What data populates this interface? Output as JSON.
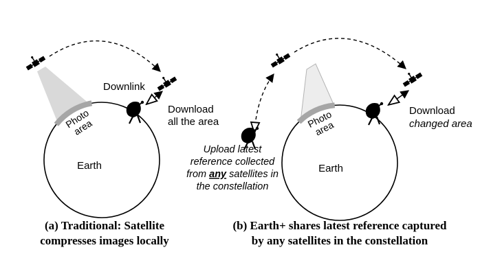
{
  "colors": {
    "green": "#70AD47",
    "gray_bar": "#a6a6a6",
    "beam_a": "#d9d9d9",
    "beam_b": "#ededed"
  },
  "panel_a": {
    "downlink": "Downlink",
    "download": {
      "line1": "Download",
      "line2": "all the area"
    },
    "photo": {
      "line1": "Photo",
      "line2": "area"
    },
    "earth": "Earth",
    "caption": {
      "line1": "(a) Traditional: Satellite",
      "line2": "compresses images locally"
    }
  },
  "panel_b": {
    "download": "Download",
    "changed_area": "changed area",
    "photo": {
      "line1": "Photo",
      "line2": "area"
    },
    "earth": "Earth",
    "upload": {
      "line1": "Upload latest",
      "line2": "reference collected",
      "line3_pre": "from ",
      "line3_any": "any",
      "line3_post": " satellites in",
      "line4": "the constellation"
    },
    "caption": {
      "line1": "(b) Earth+ shares latest reference captured",
      "line2": "by any satellites in the constellation"
    }
  }
}
